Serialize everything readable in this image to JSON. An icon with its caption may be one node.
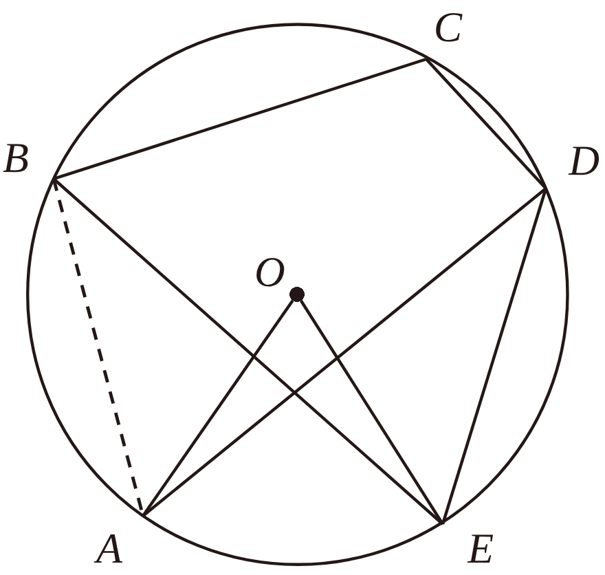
{
  "diagram": {
    "nodes": [
      {
        "text": [
          "A"
        ]
      },
      {
        "text": [
          "B"
        ]
      },
      {
        "text": [
          "C"
        ]
      },
      {
        "text": [
          "D"
        ]
      },
      {
        "text": [
          "E"
        ]
      },
      {
        "text": [
          "O"
        ]
      }
    ],
    "edges": [
      {
        "from": 1,
        "to": 2,
        "arrow": "none"
      },
      {
        "from": 2,
        "to": 3,
        "arrow": "none"
      },
      {
        "from": 1,
        "to": 4,
        "arrow": "none"
      },
      {
        "from": 1,
        "to": 0,
        "arrow": "none",
        "style": "dashed"
      },
      {
        "from": 0,
        "to": 3,
        "arrow": "none"
      },
      {
        "from": 3,
        "to": 4,
        "arrow": "none"
      },
      {
        "from": 0,
        "to": 5,
        "arrow": "none"
      },
      {
        "from": 5,
        "to": 4,
        "arrow": "none"
      }
    ]
  }
}
